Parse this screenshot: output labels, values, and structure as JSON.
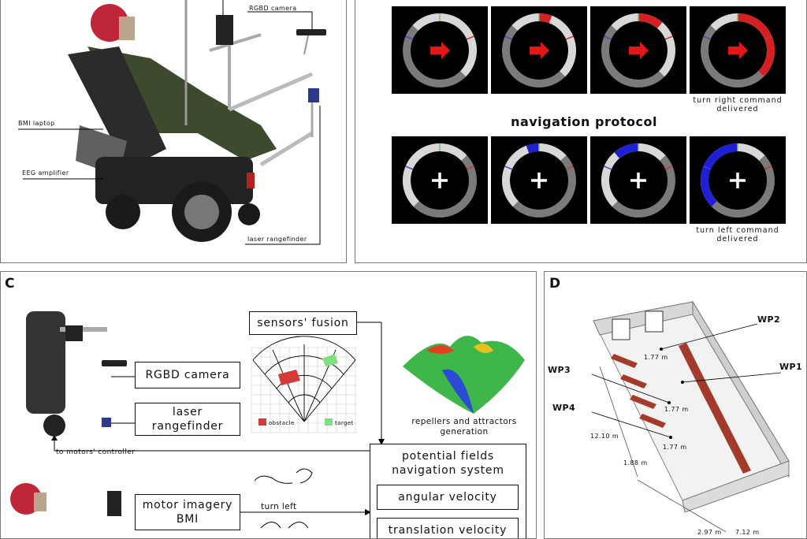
{
  "panel_a": {
    "callouts": {
      "rgbd": "RGBD camera",
      "bmi_laptop": "BMI laptop",
      "eeg_amplifier": "EEG amplifier",
      "laser": "laser rangefinder"
    }
  },
  "panel_b": {
    "section_title": "navigation protocol",
    "caption_right": "turn right command delivered",
    "caption_left": "turn left command delivered",
    "top_row_progress": [
      0.0,
      0.15,
      0.3,
      1.0
    ],
    "bottom_row_progress": [
      0.0,
      0.15,
      0.3,
      1.0
    ],
    "colors": {
      "right_fill": "#d42020",
      "left_fill": "#1f1fd6",
      "ring": "#7a7a7a",
      "ring_light": "#d8d8d8"
    }
  },
  "panel_c": {
    "label": "C",
    "sensors_fusion": "sensors' fusion",
    "rgbd_camera": "RGBD camera",
    "laser_line1": "laser",
    "laser_line2": "rangefinder",
    "to_motors": "to motors' controller",
    "legend_obstacle": "obstacle",
    "legend_target": "target",
    "repellers_line1": "repellers and attractors",
    "repellers_line2": "generation",
    "potential_line1": "potential fields",
    "potential_line2": "navigation system",
    "angular": "angular velocity",
    "translation": "translation velocity",
    "motor_line1": "motor imagery",
    "motor_line2": "BMI",
    "turn_left": "turn left"
  },
  "panel_d": {
    "label": "D",
    "waypoints": [
      "WP2",
      "WP1",
      "WP3",
      "WP4"
    ],
    "dims": {
      "d1": "1.77 m",
      "d2": "1.77 m",
      "d3": "1.77 m",
      "length": "12.10 m",
      "d4": "1.88 m",
      "w1": "2.97 m",
      "w2": "7.12 m"
    }
  }
}
